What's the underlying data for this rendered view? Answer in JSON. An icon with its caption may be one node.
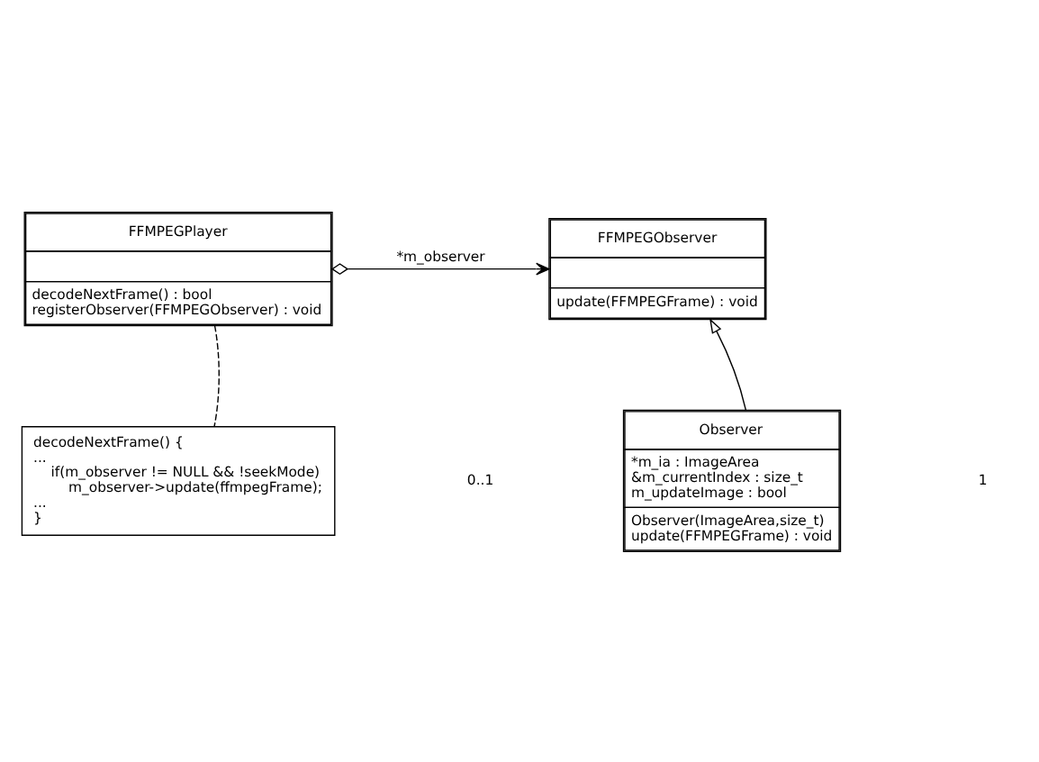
{
  "diagram": {
    "nodes": [
      {
        "text": [
          "FFMPEGObserver",
          "update(FFMPEGFrame) : void"
        ]
      },
      {
        "text": [
          "FFMPEGPlayer",
          "decodeNextFrame() : bool",
          "registerObserver(FFMPEGObserver) : void"
        ]
      },
      {
        "text": [
          "Observer",
          "*m_ia : ImageArea",
          "&m_currentIndex : size_t",
          "m_updateImage : bool",
          "Observer(ImageArea,size_t)",
          "update(FFMPEGFrame) : void"
        ]
      },
      {
        "text": [
          "decodeNextFrame() {",
          "...",
          "if(m_observer != NULL && !seekMode)",
          "m_observer->update(ffmpegFrame);",
          "...",
          "}"
        ]
      }
    ],
    "edges": [
      {
        "from": 2,
        "to": 0,
        "arrow": "to"
      },
      {
        "from": 1,
        "to": 0,
        "arrow": "to",
        "label": "*m_observer"
      },
      {
        "from": 1,
        "to": 3,
        "arrow": "none",
        "style": "dashed"
      }
    ],
    "labels": [
      "0..1",
      "1"
    ]
  }
}
